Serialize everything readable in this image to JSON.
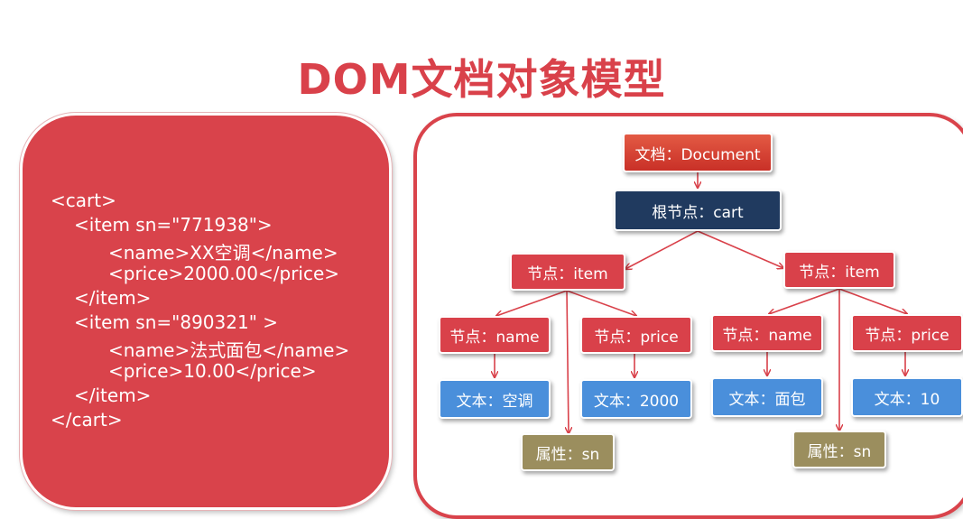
{
  "title": "DOM文档对象模型",
  "code": {
    "lines": [
      "<cart>",
      "<item sn=\"771938\">",
      "<name>XX空调</name>",
      "<price>2000.00</price>",
      "</item>",
      "<item sn=\"890321\" >",
      "<name>法式面包</name>",
      "<price>10.00</price>",
      "</item>",
      "</cart>"
    ]
  },
  "tree": {
    "document": "文档：Document",
    "root": "根节点：cart",
    "item1": "节点：item",
    "item2": "节点：item",
    "name1": "节点：name",
    "price1": "节点：price",
    "name2": "节点：name",
    "price2": "节点：price",
    "text1": "文本：空调",
    "text2": "文本：2000",
    "text3": "文本：面包",
    "text4": "文本：10",
    "attr1": "属性：sn",
    "attr2": "属性：sn"
  },
  "colors": {
    "accent_red": "#d9414a",
    "root_navy": "#203a5f",
    "text_blue": "#4a8fdb",
    "attr_olive": "#9b8e5e"
  }
}
